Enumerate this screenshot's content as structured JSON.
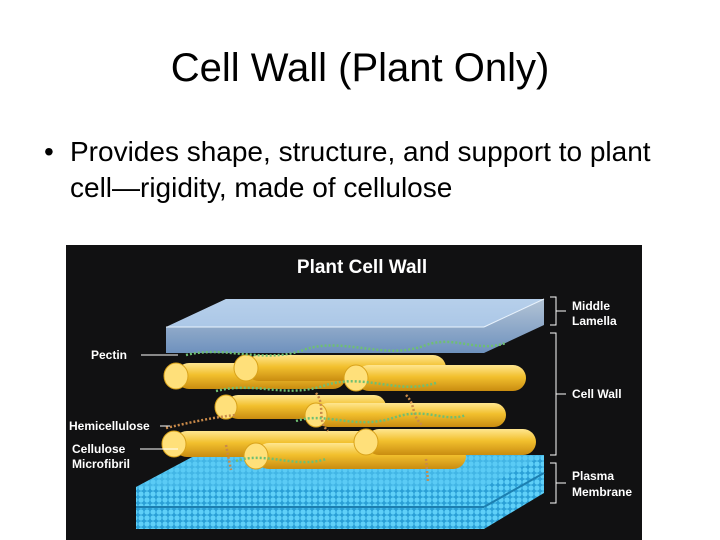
{
  "slide": {
    "title": "Cell Wall (Plant Only)",
    "bullet_symbol": "•",
    "bullet_text": "Provides shape, structure, and support to plant cell—rigidity, made of cellulose"
  },
  "figure": {
    "title": "Plant Cell Wall",
    "left_labels": {
      "pectin": "Pectin",
      "hemicellulose": "Hemicellulose",
      "cellulose_line1": "Cellulose",
      "cellulose_line2": "Microfibril"
    },
    "right_labels": {
      "middle_lamella_line1": "Middle",
      "middle_lamella_line2": "Lamella",
      "cell_wall": "Cell Wall",
      "plasma_membrane_line1": "Plasma",
      "plasma_membrane_line2": "Membrane"
    },
    "colors": {
      "background": "#111112",
      "lamella": "#9fc4ee",
      "microfibril": "#f2c02e",
      "microfibril_end": "#ffe07a",
      "pectin_strand": "#6fbf73",
      "hemicellulose_strand": "#c98a4a",
      "membrane": "#36b8ec"
    }
  }
}
